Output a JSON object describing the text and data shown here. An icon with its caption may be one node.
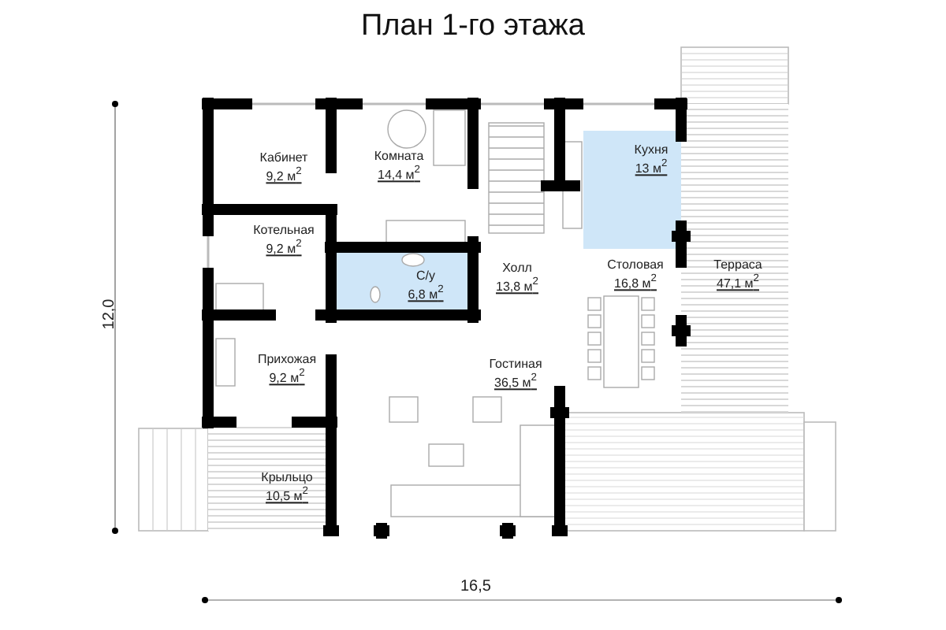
{
  "diagram": {
    "title": "План 1-го этажа",
    "nodes": [
      {
        "text": [
          "Кабинет",
          "9,2 м$^{2}$"
        ]
      },
      {
        "text": [
          "Комната",
          "14,4 м$^{2}$"
        ]
      },
      {
        "text": [
          "Котельная",
          "9,2 м$^{2}$"
        ]
      },
      {
        "text": [
          "С/у",
          "6,8 м$^{2}$"
        ]
      },
      {
        "text": [
          "Холл",
          "13,8 м$^{2}$"
        ]
      },
      {
        "text": [
          "Кухня",
          "13 м$^{2}$"
        ]
      },
      {
        "text": [
          "Столовая",
          "16,8 м$^{2}$"
        ]
      },
      {
        "text": [
          "Терраса",
          "47,1 м$^{2}$"
        ]
      },
      {
        "text": [
          "Прихожая",
          "9,2 м$^{2}$"
        ]
      },
      {
        "text": [
          "Гостиная",
          "36,5 м$^{2}$"
        ]
      },
      {
        "text": [
          "Крыльцо",
          "10,5 м$^{2}$"
        ]
      }
    ],
    "labels": [
      "12,0",
      "16,5"
    ]
  }
}
